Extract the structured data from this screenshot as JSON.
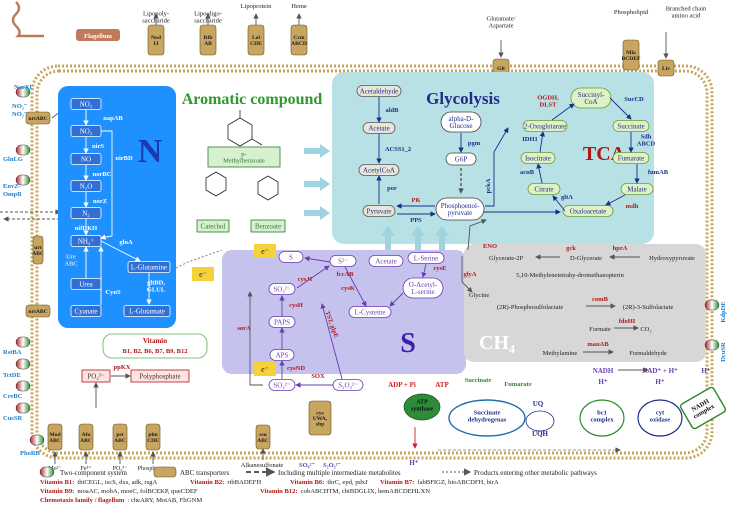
{
  "title": "Aromatic compound",
  "colors": {
    "membrane": "#c9a55c",
    "n_box": "#1e90ff",
    "glycolysis_box": "#b7e1e4",
    "s_box": "#c5c3ee",
    "ch4_box": "#d7d7d7",
    "gene_red": "#9b1c1c",
    "green_title": "#2e9a2e",
    "navy": "#1f2d8a",
    "purple": "#6a3db0",
    "arrow_blue": "#9fd3df"
  },
  "outer_transporters": {
    "flagellum": "Flagellum",
    "nod": "Nod\nIJ",
    "rfb": "Rfb\nAB",
    "lol": "Lol\nCDE",
    "ccm": "Ccm\nABCD",
    "glt": "Glt",
    "mla": "Mla\nBCDEF",
    "liv": "Liv",
    "lps": "Lipopoly-\nsaccharide",
    "los": "Lipooligo-\nsaccharide",
    "lipoprotein": "Lipoprotein",
    "heme": "Heme",
    "glu_asp": "Glutamate/\nAspartate",
    "phospholipid": "Phospholipid",
    "bcaa": "Branched chain\namino acid"
  },
  "left_side": {
    "narxl": "NarXL",
    "no_ions": "NO₃⁻\nNO₂⁻",
    "nrt": "nrtABC",
    "glnlg": "GlnLG",
    "envz": "EnvZ-\nOmpR",
    "ure_abc": "Ure\nABC",
    "urt": "urt\nABC",
    "nrt2": "nrtABC",
    "rstba": "RstBA",
    "tctde": "TctDE",
    "crebc": "CreBC",
    "cussr": "CusSR",
    "phorb": "PhoRB"
  },
  "n_box": {
    "label": "N",
    "no3": "NO₃",
    "napab": "napAB",
    "no2": "NO₂",
    "nirs": "nirS",
    "nirbd": "nirBD",
    "no": "NO",
    "norbc": "norBC",
    "n2o": "N₂O",
    "norz": "norZ",
    "n2": "N₂",
    "nifdkh": "nifDKH",
    "nh4": "NH₄⁺",
    "urea": "Urea",
    "glutamine": "L-Glutamine",
    "glna": "glnA",
    "gltbd": "gltBD,\nGLUL",
    "cyns": "CynS",
    "cyanate": "Cyanate",
    "glutamate": "L-Glutamate"
  },
  "aromatic": {
    "p_methylbenzoate": "p-\nMethylbenzoate",
    "catechol": "Catechol",
    "benzoate": "Benzoate"
  },
  "glycolysis": {
    "title": "Glycolysis",
    "acetaldehyde": "Acetaldehyde",
    "aldb": "aldB",
    "acetate": "Acetate",
    "acss": "ACSS1_2",
    "acetylcoa": "AcetylCoA",
    "por": "por",
    "pyruvate": "Pyruvate",
    "pk": "PK",
    "pps": "PPS",
    "alpha_glucose": "alpha-D-\nGlucose",
    "pgm": "pgm",
    "g6p": "G6P",
    "pep": "Phosphoenol-\npyruvate",
    "pcka": "pckA"
  },
  "tca": {
    "title": "TCA",
    "succinyl_coa": "Succinyl-\nCoA",
    "sucCD": "SucCD",
    "oxoglutarate": "2-Oxoglutarate",
    "ogdh": "OGDH,\nDLST",
    "succinate": "Succinate",
    "sdh": "Sdh\nABCD",
    "idh1": "IDH1",
    "isocitrate": "Isocitrate",
    "fumarate": "Fumarate",
    "fumab": "fumAB",
    "acnb": "acnB",
    "citrate": "Citrate",
    "malate": "Malate",
    "glta": "gltA",
    "oxaloacetate": "Oxaloacetate",
    "mdh": "mdh"
  },
  "s_box": {
    "label": "S",
    "s": "S",
    "s2": "S²⁻",
    "acetate": "Acetate",
    "l_serine": "L-Serine",
    "fccab": "fccAB",
    "cysk": "cysK",
    "cyse": "cysE",
    "o_acetyl": "O-Acetyl-\nL-serine",
    "so3_top": "SO₃²⁻",
    "cysJI": "cysJI",
    "l_cysteine": "L-Cysteine",
    "paps": "PAPS",
    "cysH": "cysH",
    "tst_glpe": "TST, glpE",
    "aps": "APS",
    "cysnd": "cysND",
    "so4": "SO₄²⁻",
    "sox": "SOX",
    "s2o3": "S₂O₃²⁻",
    "sora": "sorA"
  },
  "e_labels": {
    "e1": "e⁻",
    "e2": "e⁻",
    "e3": "e⁻"
  },
  "ch4_box": {
    "label": "CH₄",
    "eno": "ENO",
    "glycerate2p": "Glycerate-2P",
    "gck": "gck",
    "dglycerate": "D-Glycerate",
    "hpra": "hprA",
    "hydroxypyruvate": "Hydroxypyruvate",
    "glya": "glyA",
    "methylene": "5,10-Methylenetetrahy-dromethanopterin",
    "glycine": "Glycine",
    "phosphosulfolactate": "(2R)-Phosphosulfolactate",
    "comb": "comB",
    "sulfolactate": "(2R)-3-Sulfolactate",
    "formate": "Formate",
    "fdohi": "fdoHI",
    "co2": "CO₂",
    "methylamine": "Methylamine",
    "mauab": "mauAB",
    "formaldehyde": "Formaldehyde"
  },
  "vitamin_box": {
    "title": "Vitamin",
    "list": "B1, B2, B6, B7, B9, B12"
  },
  "phosphate": {
    "po4": "PO₄³⁻",
    "ppkx": "ppKX",
    "polyphosphate": "Polyphosphate"
  },
  "bottom_transporters": {
    "mod": "Mod\nABC",
    "afu": "Afu\nABC",
    "pst": "pst\nABC",
    "phn": "phn\nCDE",
    "ssu": "ssu\nABC",
    "cys": "cys\nUWA,\nsbp",
    "mo": "Mo²⁻",
    "fe": "Fe³⁺",
    "po": "PO₄³⁻",
    "phosphonate": "Phosphonate",
    "alkanesulfonate": "Alkanesulfonate",
    "so4": "SO₄²⁻",
    "s2o3": "S₂O₃²⁻"
  },
  "respiration": {
    "adp_pi": "ADP + Pi",
    "atp": "ATP",
    "atp_synthase": "ATP\nsynthase",
    "succinate": "Succinate",
    "fumarate": "Fumarate",
    "sdh": "Succinate\ndehydrogenas",
    "uq": "UQ",
    "uqh": "UQH",
    "bc1": "bc1\ncomplex",
    "cyt": "cyt\noxidase",
    "nadh": "NADH",
    "nad": "NAD⁺  +  H⁺",
    "h1": "H⁺",
    "h2": "H⁺",
    "h3": "H⁺",
    "h4": "H⁺",
    "nadh_complex": "NADH\ncomplex",
    "kdpde": "KdpDE",
    "dcusr": "DcuSR"
  },
  "legend": {
    "two_comp": "Two-component system",
    "abc": "ABC transporters",
    "multi": "Including multiple intermediate metabolites",
    "other": "Products entering other metabolic pathways"
  },
  "vitamin_genes": [
    {
      "label": "Vitamin B1:",
      "genes": "thiCEGL, iscS, dxs, adk, rsgA"
    },
    {
      "label": "Vitamin B2:",
      "genes": "ribBADEFH"
    },
    {
      "label": "Vitamin B6:",
      "genes": "thrC, epd, pdxJ"
    },
    {
      "label": "Vitamin B7:",
      "genes": "fabBFIGZ, bioABCDFH, birA"
    },
    {
      "label": "Vitamin B9:",
      "genes": "moaAC, mobA, moeC, folBCEKP, queCDEF"
    },
    {
      "label": "Vitamin B12:",
      "genes": "cobABCHTM, cbiBDGLIX, hemABCDEHLXN"
    },
    {
      "label": "Chemotaxis family / flagellum",
      "genes": ": cheARY, MotAB, FliGNM"
    }
  ]
}
